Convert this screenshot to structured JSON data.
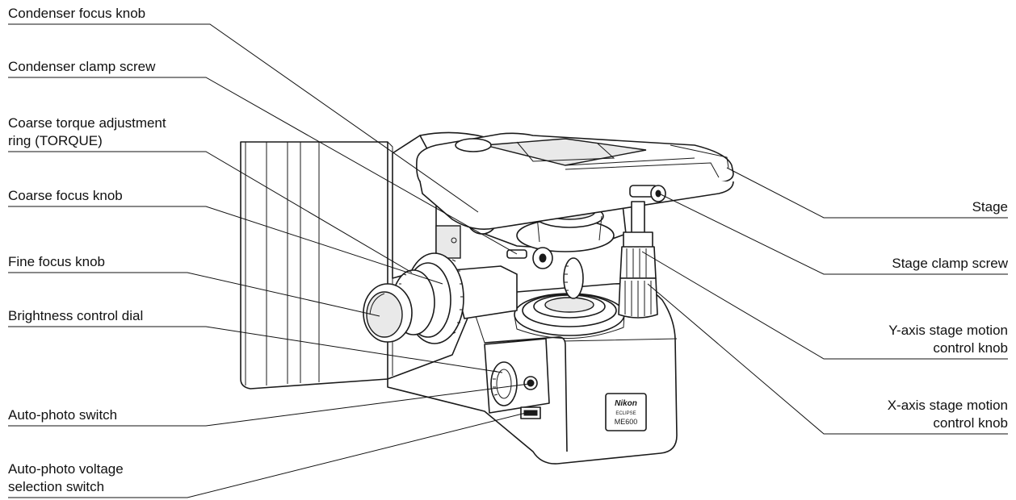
{
  "labels": {
    "condenser_focus_knob": "Condenser focus knob",
    "condenser_clamp_screw": "Condenser clamp screw",
    "coarse_torque_line1": "Coarse torque adjustment",
    "coarse_torque_line2": "ring (TORQUE)",
    "coarse_focus_knob": "Coarse focus knob",
    "fine_focus_knob": "Fine focus knob",
    "brightness_control_dial": "Brightness control dial",
    "auto_photo_switch": "Auto-photo switch",
    "auto_photo_voltage_line1": "Auto-photo voltage",
    "auto_photo_voltage_line2": "selection switch",
    "stage": "Stage",
    "stage_clamp_screw": "Stage clamp screw",
    "y_axis_line1": "Y-axis stage motion",
    "y_axis_line2": "control knob",
    "x_axis_line1": "X-axis stage motion",
    "x_axis_line2": "control knob"
  },
  "logo": {
    "brand": "Nikon",
    "series": "ECLIPSE",
    "model": "ME600"
  }
}
